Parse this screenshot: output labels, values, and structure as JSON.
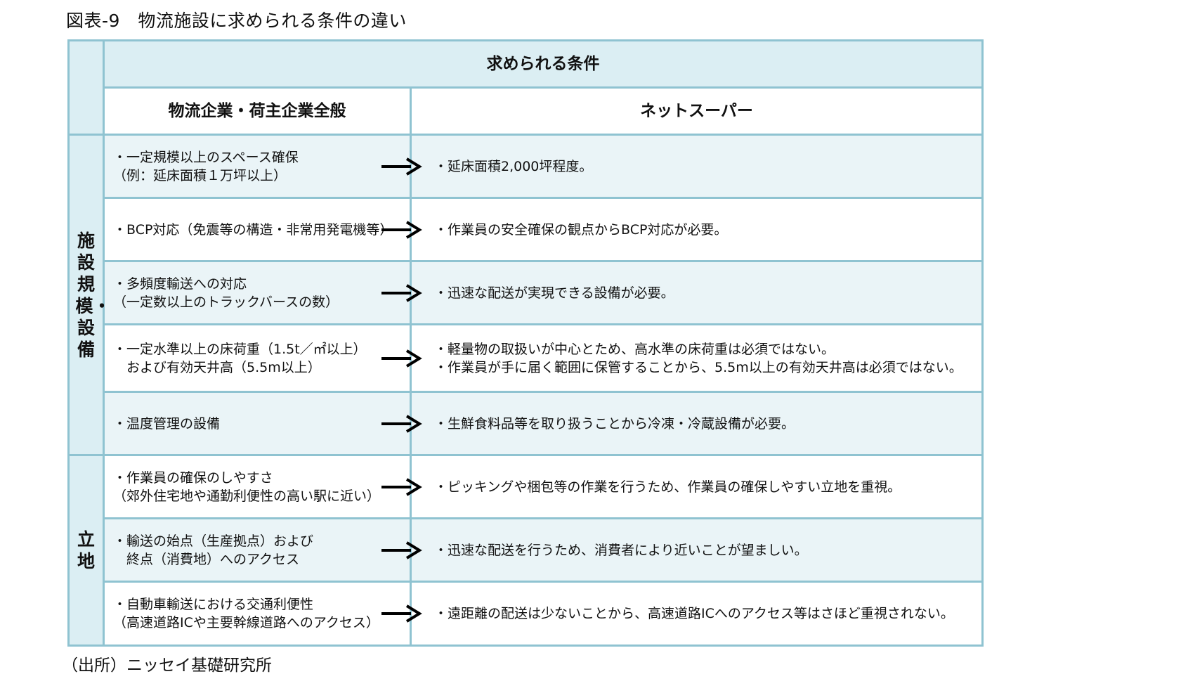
{
  "figure_title": "図表-9　物流施設に求められる条件の違い",
  "header": {
    "conditions": "求められる条件",
    "col_general": "物流企業・荷主企業全般",
    "col_netsuper": "ネットスーパー"
  },
  "categories": [
    {
      "label": "施設規模・設備"
    },
    {
      "label": "立地"
    }
  ],
  "rows": [
    {
      "general": [
        "・一定規模以上のスペース確保",
        "（例：延床面積１万坪以上）"
      ],
      "netsuper": [
        "・延床面積2,000坪程度。"
      ]
    },
    {
      "general": [
        "・BCP対応（免震等の構造・非常用発電機等）"
      ],
      "netsuper": [
        "・作業員の安全確保の観点からBCP対応が必要。"
      ]
    },
    {
      "general": [
        "・多頻度輸送への対応",
        "（一定数以上のトラックバースの数）"
      ],
      "netsuper": [
        "・迅速な配送が実現できる設備が必要。"
      ]
    },
    {
      "general": [
        "・一定水準以上の床荷重（1.5t／㎡以上）",
        "　および有効天井高（5.5m以上）"
      ],
      "netsuper": [
        "・軽量物の取扱いが中心とため、高水準の床荷重は必須ではない。",
        "・作業員が手に届く範囲に保管することから、5.5m以上の有効天井高は必須ではない。"
      ]
    },
    {
      "general": [
        "・温度管理の設備"
      ],
      "netsuper": [
        "・生鮮食料品等を取り扱うことから冷凍・冷蔵設備が必要。"
      ]
    },
    {
      "general": [
        "・作業員の確保のしやすさ",
        "（郊外住宅地や通勤利便性の高い駅に近い）"
      ],
      "netsuper": [
        "・ピッキングや梱包等の作業を行うため、作業員の確保しやすい立地を重視。"
      ]
    },
    {
      "general": [
        "・輸送の始点（生産拠点）および",
        "　終点（消費地）へのアクセス"
      ],
      "netsuper": [
        "・迅速な配送を行うため、消費者により近いことが望ましい。"
      ]
    },
    {
      "general": [
        "・自動車輸送における交通利便性",
        "（高速道路ICや主要幹線道路へのアクセス）"
      ],
      "netsuper": [
        "・遠距離の配送は少ないことから、高速道路ICへのアクセス等はさほど重視されない。"
      ]
    }
  ],
  "source": "（出所）ニッセイ基礎研究所",
  "colors": {
    "border": "#8fc3d1",
    "header_fill": "#dbeef3",
    "row_shade": "#eaf4f7"
  },
  "icons": {
    "row_arrow": "right-arrow-icon"
  }
}
